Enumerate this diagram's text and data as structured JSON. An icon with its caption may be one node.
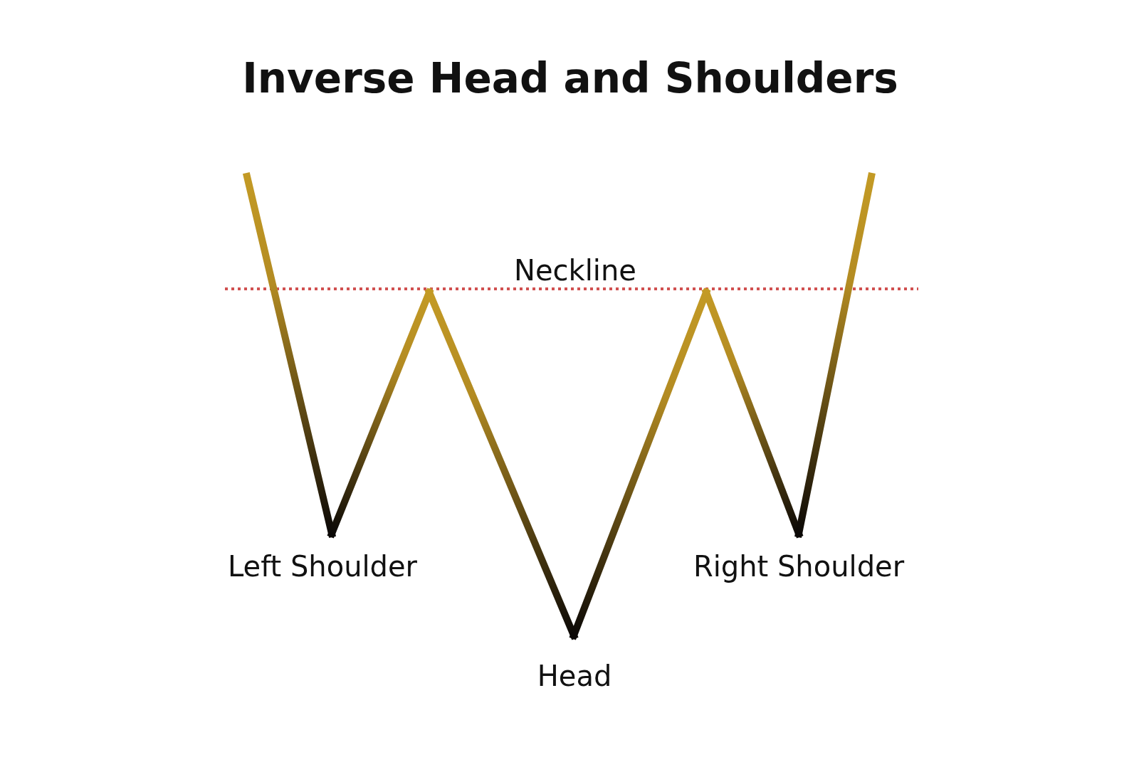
{
  "diagram": {
    "title": "Inverse Head and Shoulders",
    "labels": [
      "Neckline",
      "Left Shoulder",
      "Head",
      "Right Shoulder"
    ]
  }
}
